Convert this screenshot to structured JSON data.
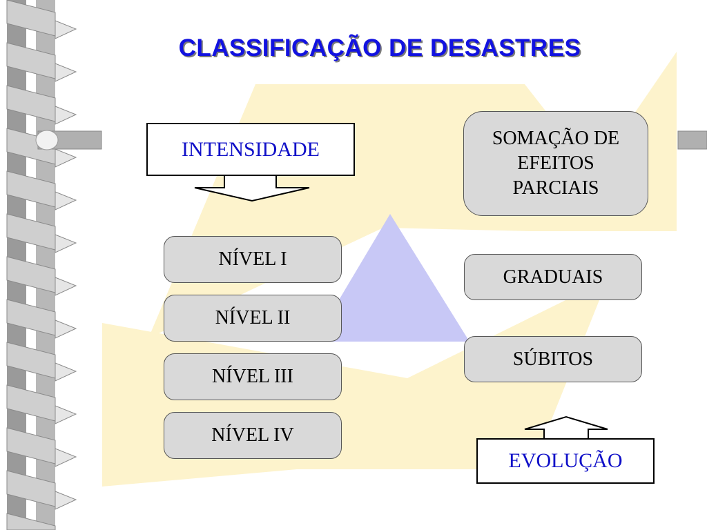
{
  "title": "CLASSIFICAÇÃO DE DESASTRES",
  "intensity_label": "INTENSIDADE",
  "levels": [
    {
      "label": "NÍVEL I"
    },
    {
      "label": "NÍVEL II"
    },
    {
      "label": "NÍVEL III"
    },
    {
      "label": "NÍVEL IV"
    }
  ],
  "effects_label": "SOMAÇÃO DE EFEITOS PARCIAIS",
  "evolution_types": [
    {
      "label": "GRADUAIS"
    },
    {
      "label": "SÚBITOS"
    }
  ],
  "evolution_label": "EVOLUÇÃO",
  "colors": {
    "title": "#1212e0",
    "accent_text": "#1010c8",
    "box_fill": "#d9d9d9",
    "background_shape": "#fdf3cc",
    "triangle": "#c8c8f6"
  }
}
